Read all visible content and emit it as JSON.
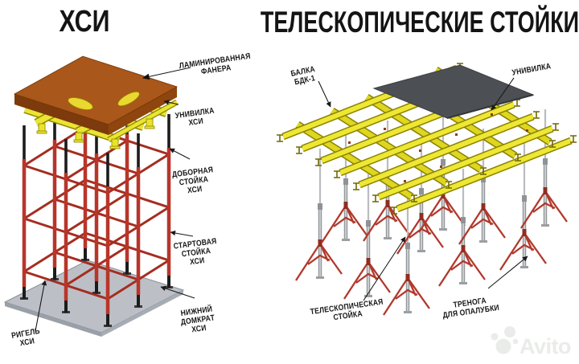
{
  "left_panel": {
    "title": "ХСИ",
    "labels": {
      "plywood": "ЛАМИНИРОВАННАЯ\nФАНЕРА",
      "univilka": "УНИВИЛКА\nХСИ",
      "extension_post": "ДОБОРНАЯ\nСТОЙКА\nХСИ",
      "starter_post": "СТАРТОВАЯ\nСТОЙКА\nХСИ",
      "bottom_jack": "НИЖНИЙ\nДОМКРАТ\nХСИ",
      "ledger": "РИГЕЛЬ\nХСИ"
    }
  },
  "right_panel": {
    "title": "ТЕЛЕСКОПИЧЕСКИЕ СТОЙКИ",
    "labels": {
      "beam": "БАЛКА\nБДК-1",
      "univilka": "УНИВИЛКА",
      "telescopic_post": "ТЕЛЕСКОПИЧЕСКАЯ\nСТОЙКА",
      "tripod": "ТРЕНОГА\nДЛЯ ОПАЛУБКИ"
    }
  },
  "watermark": {
    "text": "Avito"
  },
  "palette": {
    "deck_brown": "#a9571a",
    "beam_yellow": "#e9e32b",
    "scaffold_red": "#ab2f23",
    "prop_gray": "#c6c9cc",
    "tripod_red": "#b1392c",
    "plywood_dark": "#4c4f53",
    "base_gray": "#bcc0c6",
    "label_black": "#161616",
    "watermark_gray": "#e9ece8"
  }
}
